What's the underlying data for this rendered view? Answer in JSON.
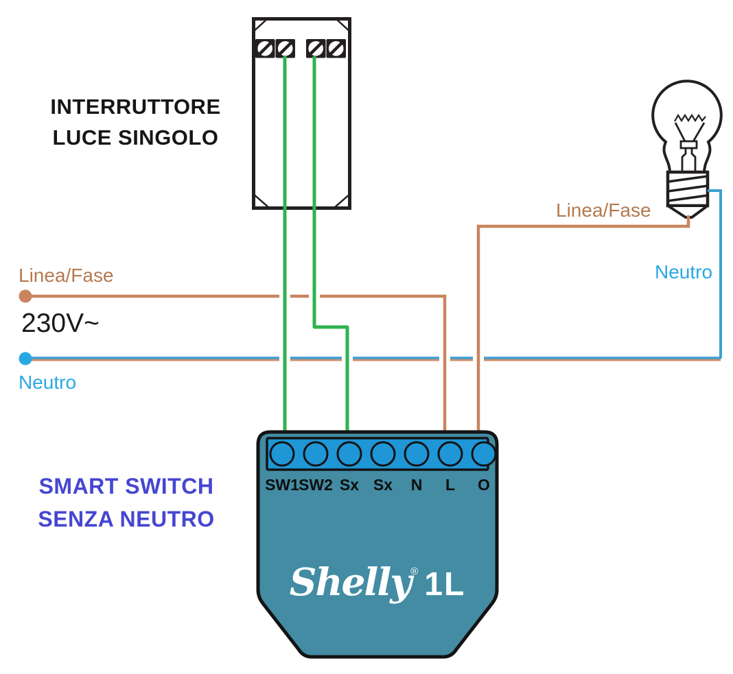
{
  "diagram": {
    "title_switch": {
      "line1": "INTERRUTTORE",
      "line2": "LUCE SINGOLO"
    },
    "title_smart": {
      "line1": "SMART SWITCH",
      "line2": "SENZA NEUTRO"
    },
    "labels": {
      "linea_fase_left": "Linea/Fase",
      "voltage": "230V~",
      "neutro_left": "Neutro",
      "linea_fase_right": "Linea/Fase",
      "neutro_right": "Neutro"
    },
    "device": {
      "brand": "Shelly",
      "registered": "®",
      "model": "1L",
      "terminals": [
        "SW1",
        "SW2",
        "Sx",
        "Sx",
        "N",
        "L",
        "O"
      ]
    },
    "colors": {
      "phase_wire": "#c9855f",
      "phase_text": "#b47950",
      "neutral_accent": "#29a9e3",
      "neutral_line": "#3da0d4",
      "switch_wire_green": "#2fb34f",
      "smart_switch_text": "#4646d2",
      "device_body": "#438ca3",
      "device_terminal_strip": "#1f96d6"
    }
  }
}
